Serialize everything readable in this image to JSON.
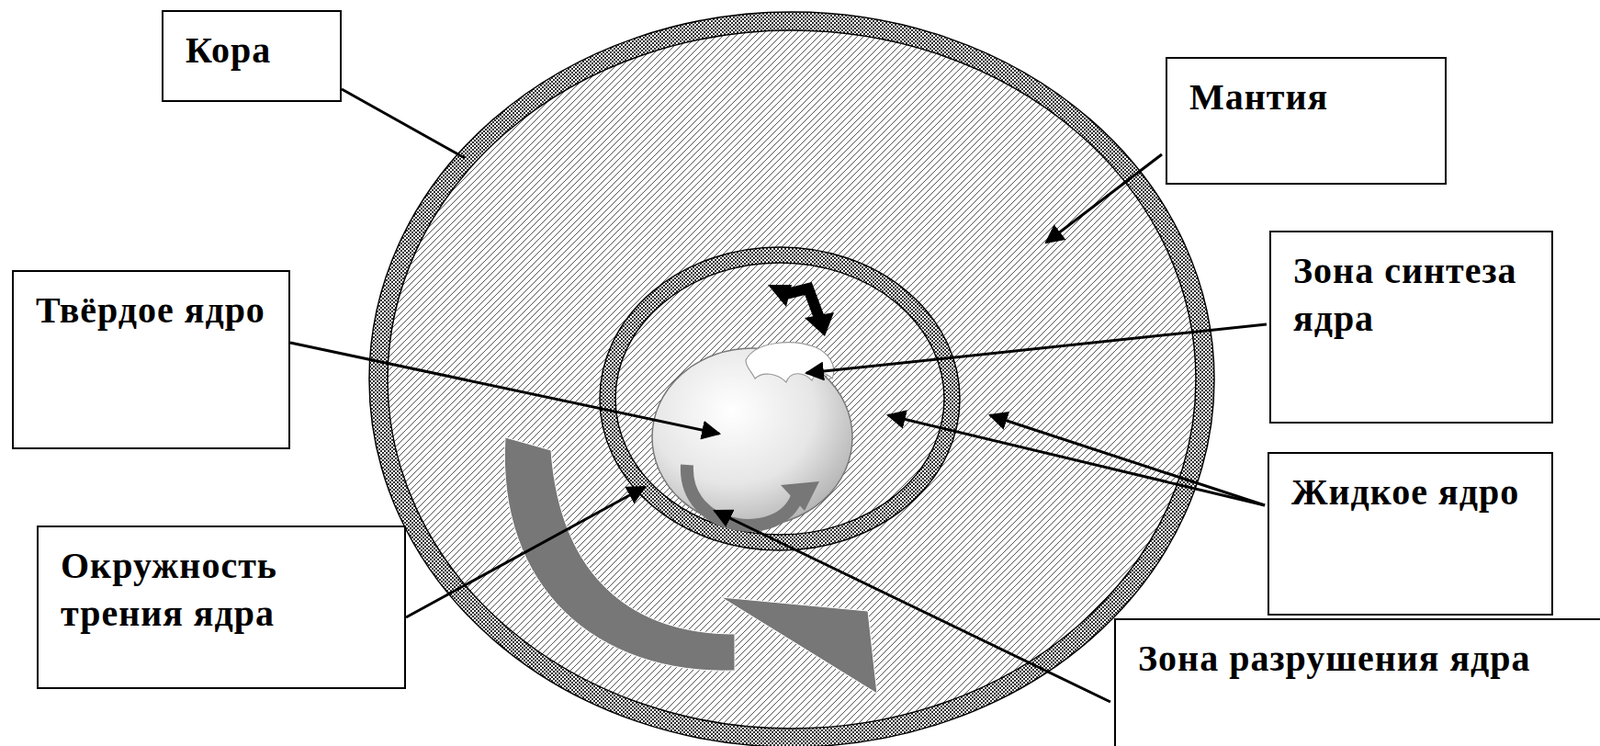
{
  "diagram": {
    "nodes": [
      {
        "text": [
          "Кора"
        ]
      },
      {
        "text": [
          "Мантия"
        ]
      },
      {
        "text": [
          "Твёрдое ядро"
        ]
      },
      {
        "text": [
          "Зона синтеза ядра"
        ]
      },
      {
        "text": [
          "Жидкое ядро"
        ]
      },
      {
        "text": [
          "Окружность трения ядра"
        ]
      },
      {
        "text": [
          "Зона разрушения ядра"
        ]
      }
    ]
  }
}
